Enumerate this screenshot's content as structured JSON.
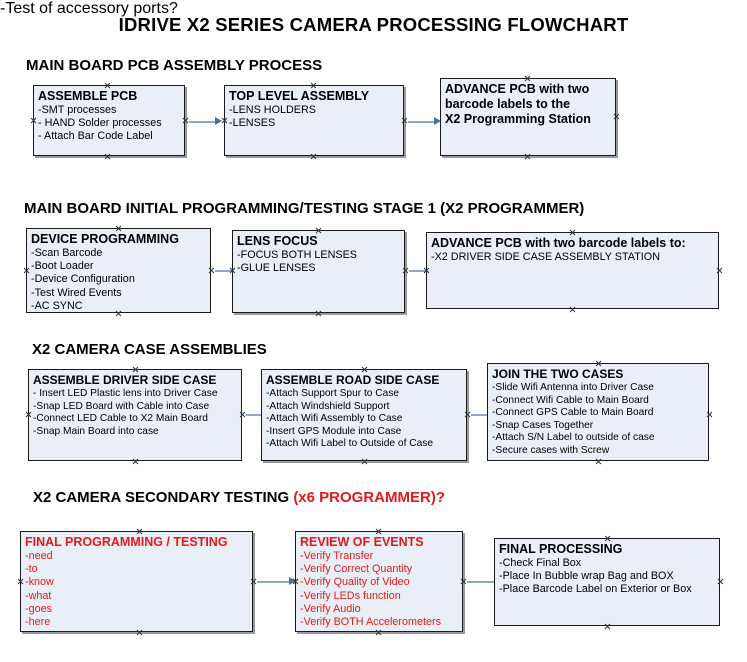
{
  "document": {
    "title": "IDRIVE X2  SERIES CAMERA PROCESSING FLOWCHART"
  },
  "sections": [
    {
      "id": "main-board-pcb-assembly-process",
      "heading": "MAIN BOARD PCB ASSEMBLY PROCESS",
      "heading_suffix": "",
      "nodes": [
        {
          "id": "assemble-pcb",
          "title": "ASSEMBLE PCB",
          "lines": [
            "-SMT processes",
            "- HAND Solder processes",
            "- Attach Bar Code Label"
          ]
        },
        {
          "id": "top-level-assembly",
          "title": "TOP LEVEL ASSEMBLY",
          "lines": [
            "-LENS HOLDERS",
            "-LENSES"
          ]
        },
        {
          "id": "advance-pcb-to-x2-programming-station",
          "title": "ADVANCE PCB with two",
          "lines": [
            "barcode labels to the",
            " X2 Programming Station"
          ]
        }
      ]
    },
    {
      "id": "main-board-initial-programming",
      "heading": "MAIN BOARD INITIAL PROGRAMMING/TESTING STAGE 1 (X2 PROGRAMMER)",
      "heading_suffix": "",
      "nodes": [
        {
          "id": "device-programming",
          "title": "DEVICE PROGRAMMING",
          "lines": [
            "-Scan Barcode",
            "-Boot Loader",
            "-Device Configuration",
            "-Test Wired Events",
            "-AC SYNC"
          ]
        },
        {
          "id": "lens-focus",
          "title": "LENS FOCUS",
          "lines": [
            "-FOCUS BOTH LENSES",
            "-GLUE LENSES"
          ]
        },
        {
          "id": "advance-pcb-to-driver-side-case-station",
          "title": "ADVANCE PCB with two barcode labels to:",
          "lines": [
            "-X2 DRIVER  SIDE  CASE  ASSEMBLY STATION"
          ]
        }
      ]
    },
    {
      "id": "x2-camera-case-assemblies",
      "heading": "X2 CAMERA CASE ASSEMBLIES",
      "heading_suffix": "",
      "nodes": [
        {
          "id": "assemble-driver-side-case",
          "title": "ASSEMBLE DRIVER SIDE CASE",
          "lines": [
            "- Insert LED Plastic lens into Driver Case",
            "-Snap LED Board with Cable into Case",
            "-Connect LED Cable to X2 Main Board",
            "-Snap Main Board into case"
          ]
        },
        {
          "id": "assemble-road-side-case",
          "title": "ASSEMBLE ROAD SIDE CASE",
          "lines": [
            "-Attach Support Spur to Case",
            "-Attach Windshield Support",
            "-Attach Wifi Assembly to Case",
            "-Insert GPS Module into Case",
            "-Attach Wifi Label to Outside of Case"
          ]
        },
        {
          "id": "join-the-two-cases",
          "title": "JOIN THE TWO CASES",
          "lines": [
            "-Slide Wifi Antenna into Driver Case",
            "-Connect Wifi Cable to Main Board",
            "-Connect GPS Cable to Main Board",
            "-Snap Cases Together",
            "-Attach S/N Label to outside of case",
            "-Secure cases with Screw"
          ]
        }
      ]
    },
    {
      "id": "x2-camera-secondary-testing",
      "heading": "X2 CAMERA SECONDARY TESTING ",
      "heading_suffix": "(x6 PROGRAMMER)?",
      "nodes": [
        {
          "id": "final-programming-testing",
          "title": "FINAL PROGRAMMING / TESTING",
          "lines": [
            "-need",
            "-to",
            "-know",
            "-what",
            "-goes",
            "-here"
          ]
        },
        {
          "id": "review-of-events",
          "title": "REVIEW OF EVENTS",
          "lines": [
            "-Verify Transfer",
            "-Verify Correct Quantity",
            "-Verify Quality of Video",
            "-Verify LEDs function",
            "-Verify Audio",
            "-Verify BOTH Accelerometers"
          ],
          "overflow_line": "-Test of accessory ports?"
        },
        {
          "id": "final-processing",
          "title": "FINAL PROCESSING",
          "lines": [
            " -Check Final Box",
            "-Place In Bubble wrap Bag and BOX",
            "-Place Barcode Label on Exterior or Box"
          ]
        }
      ]
    }
  ],
  "colors": {
    "node_fill": "#e9eef7",
    "node_border": "#1a1a1a",
    "connector": "#8fa7c4",
    "arrow": "#4a6fa5",
    "red_text": "#e01b1b",
    "body_text": "#000000",
    "background": "#ffffff"
  }
}
